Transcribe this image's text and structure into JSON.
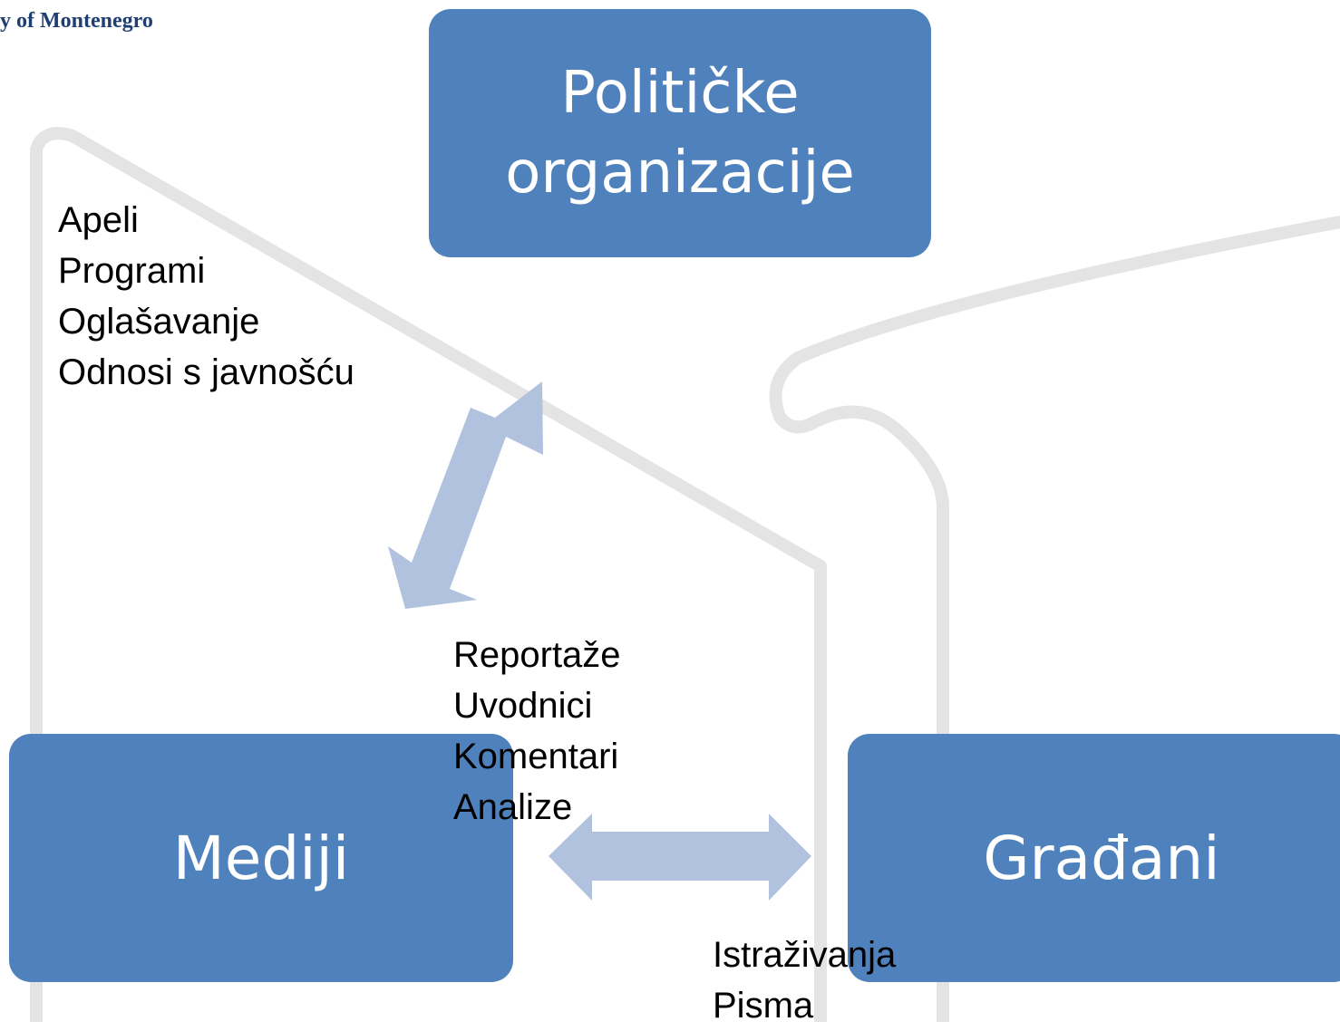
{
  "logo": {
    "text": "y of Montenegro"
  },
  "nodes": {
    "top": {
      "line1": "Političke",
      "line2": "organizacije"
    },
    "left": {
      "label": "Mediji"
    },
    "right": {
      "label": "Građani"
    }
  },
  "lists": {
    "politics_to_media": [
      "Apeli",
      "Programi",
      "Oglašavanje",
      "Odnosi s javnošću"
    ],
    "media_to_citizens": [
      "Reportaže",
      "Uvodnici",
      "Komentari",
      "Analize"
    ],
    "citizens_to_media": [
      "Istraživanja",
      "Pisma"
    ]
  },
  "colors": {
    "node_fill": "#4f81bd",
    "arrow_fill": "#b0c2dd",
    "watermark": "#e3e3e3"
  }
}
